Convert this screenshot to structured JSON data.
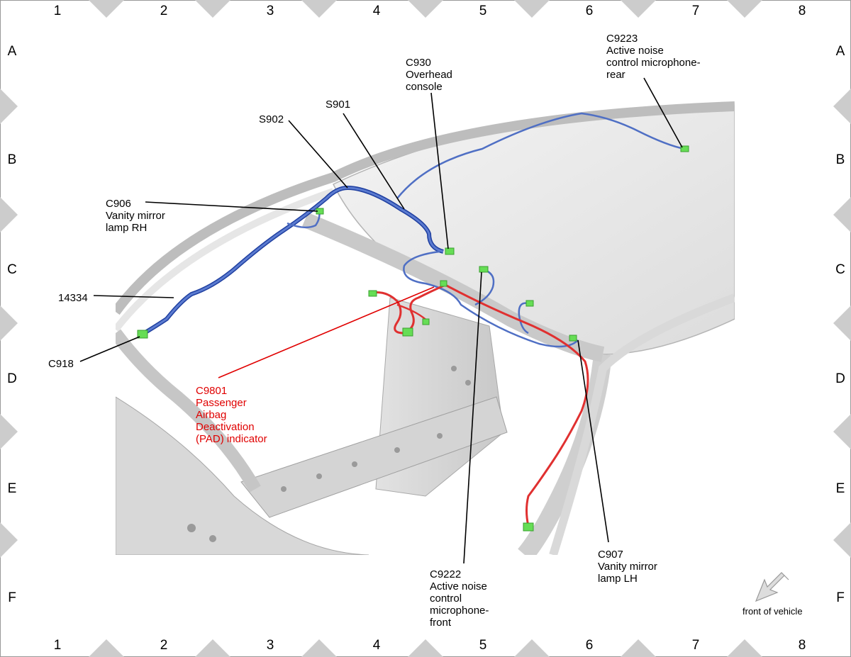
{
  "grid": {
    "columns": [
      "1",
      "2",
      "3",
      "4",
      "5",
      "6",
      "7",
      "8"
    ],
    "rows": [
      "A",
      "B",
      "C",
      "D",
      "E",
      "F"
    ]
  },
  "callouts": {
    "c9223": [
      "C9223",
      "Active noise",
      "control microphone-",
      "rear"
    ],
    "c930": [
      "C930",
      "Overhead",
      "console"
    ],
    "s901": [
      "S901"
    ],
    "s902": [
      "S902"
    ],
    "c906": [
      "C906",
      "Vanity mirror",
      "lamp RH"
    ],
    "n14334": [
      "14334"
    ],
    "c918": [
      "C918"
    ],
    "c9801": [
      "C9801",
      "Passenger",
      "Airbag",
      "Deactivation",
      "(PAD) indicator"
    ],
    "c9222": [
      "C9222",
      "Active noise",
      "control",
      "microphone-",
      "front"
    ],
    "c907": [
      "C907",
      "Vanity mirror",
      "lamp LH"
    ]
  },
  "front_of_vehicle": "front of vehicle",
  "colors": {
    "blue_harness": "#4f6fc4",
    "dark_harness": "#1f3fa0",
    "red_harness": "#e03030",
    "connector": "#66dd55",
    "border_triangle": "#cccccc"
  }
}
